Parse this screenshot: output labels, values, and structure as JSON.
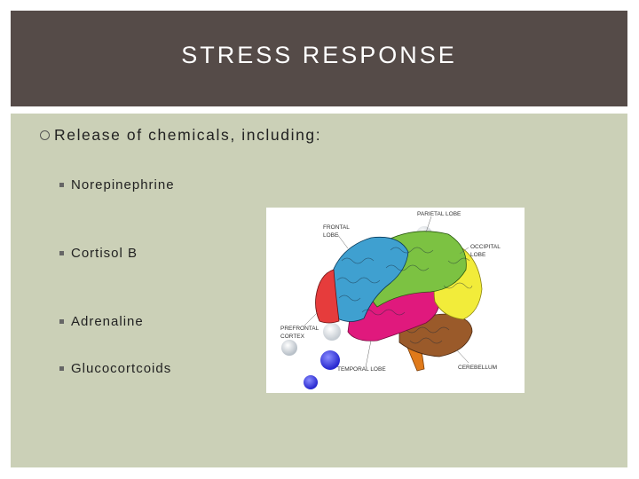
{
  "slide": {
    "title": "STRESS RESPONSE",
    "lead_text": "Release of chemicals, including:",
    "items": [
      "Norepinephrine",
      "Cortisol B",
      "Adrenaline",
      "Glucocortcoids"
    ]
  },
  "brain_labels": {
    "parietal": "PARIETAL LOBE",
    "frontal_1": "FRONTAL",
    "frontal_2": "LOBE",
    "occipital_1": "OCCIPITAL",
    "occipital_2": "LOBE",
    "prefrontal_1": "PREFRONTAL",
    "prefrontal_2": "CORTEX",
    "temporal": "TEMPORAL LOBE",
    "cerebellum": "CEREBELLUM"
  },
  "colors": {
    "title_bg": "#554b48",
    "content_bg": "#cbd0b7",
    "frontal": "#3fa0d0",
    "parietal": "#7cc242",
    "occipital": "#f2ec3a",
    "temporal": "#e0197d",
    "prefrontal": "#e63c3c",
    "cerebellum": "#9a5a2a",
    "stem": "#e07a1a"
  }
}
